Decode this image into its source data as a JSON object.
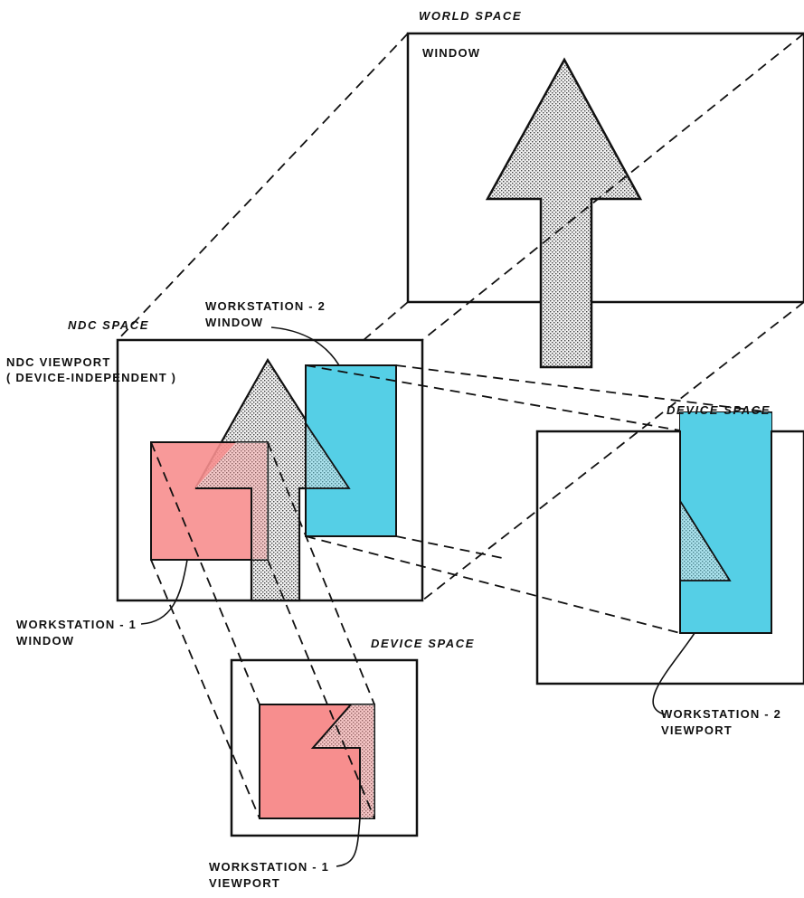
{
  "colors": {
    "line": "#111111",
    "pink": "#f78e8e",
    "cyan": "#55cfe6",
    "stipple_fg": "#555555",
    "stipple_bg": "#f4f4f4"
  },
  "labels": {
    "world_space": "WORLD SPACE",
    "window": "WINDOW",
    "ndc_space": "NDC SPACE",
    "ndc_viewport_line1": "NDC VIEWPORT",
    "ndc_viewport_line2": "( DEVICE-INDEPENDENT )",
    "ws2_window_line1": "WORKSTATION - 2",
    "ws2_window_line2": "WINDOW",
    "device_space_right": "DEVICE SPACE",
    "ws1_window_line1": "WORKSTATION - 1",
    "ws1_window_line2": "WINDOW",
    "device_space_bottom": "DEVICE SPACE",
    "ws2_viewport_line1": "WORKSTATION - 2",
    "ws2_viewport_line2": "VIEWPORT",
    "ws1_viewport_line1": "WORKSTATION - 1",
    "ws1_viewport_line2": "VIEWPORT"
  }
}
